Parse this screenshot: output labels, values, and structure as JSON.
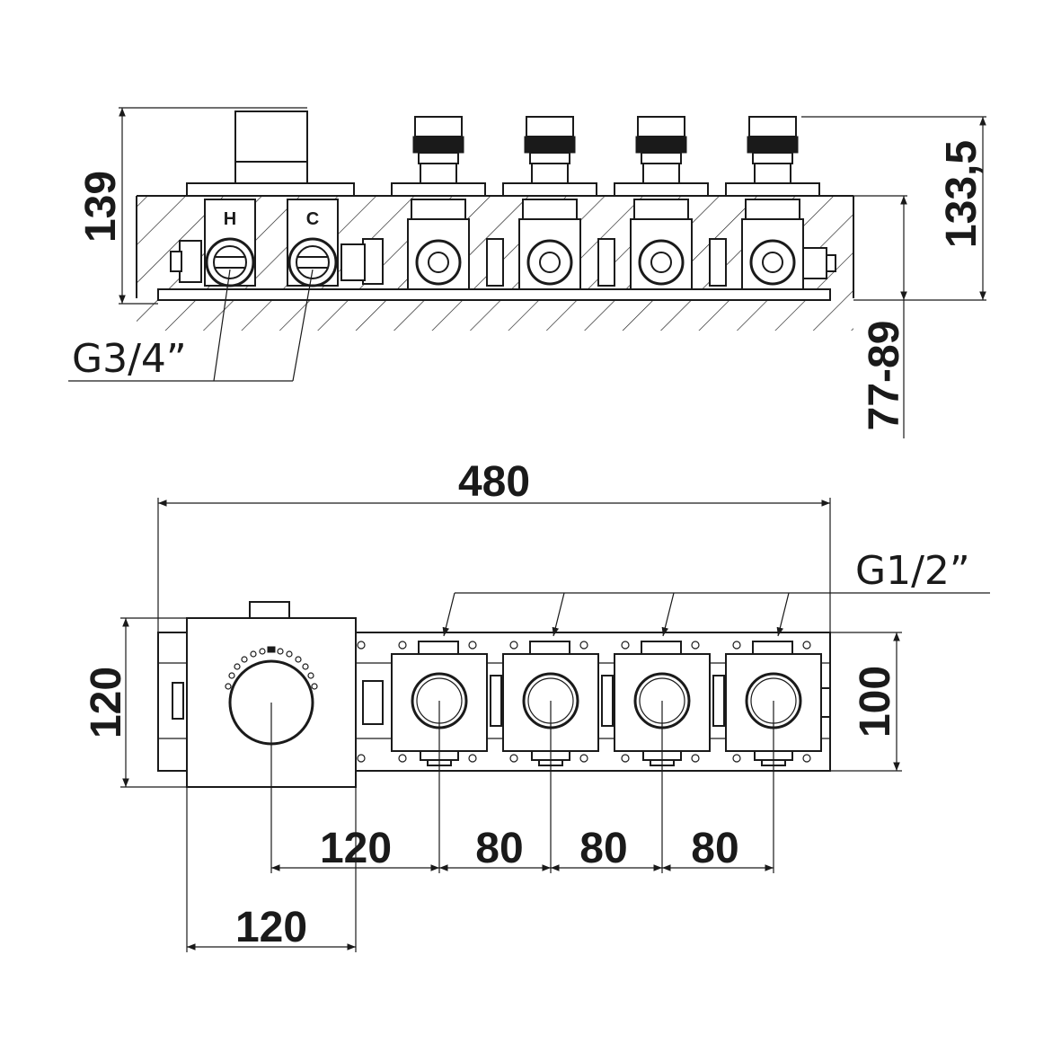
{
  "side_view": {
    "height_overall": "139",
    "height_trim": "133,5",
    "wall_depth": "77-89",
    "inlet_thread": "G3/4”",
    "hot_mark": "H",
    "cold_mark": "C"
  },
  "front_view": {
    "total_width": "480",
    "outlet_thread": "G1/2”",
    "plate_height": "120",
    "body_height": "100",
    "spacing_first": "120",
    "spacing_second": "80",
    "spacing_third": "80",
    "spacing_fourth": "80",
    "plate_width": "120"
  },
  "colors": {
    "line": "#1a1a1a",
    "background": "#ffffff"
  }
}
